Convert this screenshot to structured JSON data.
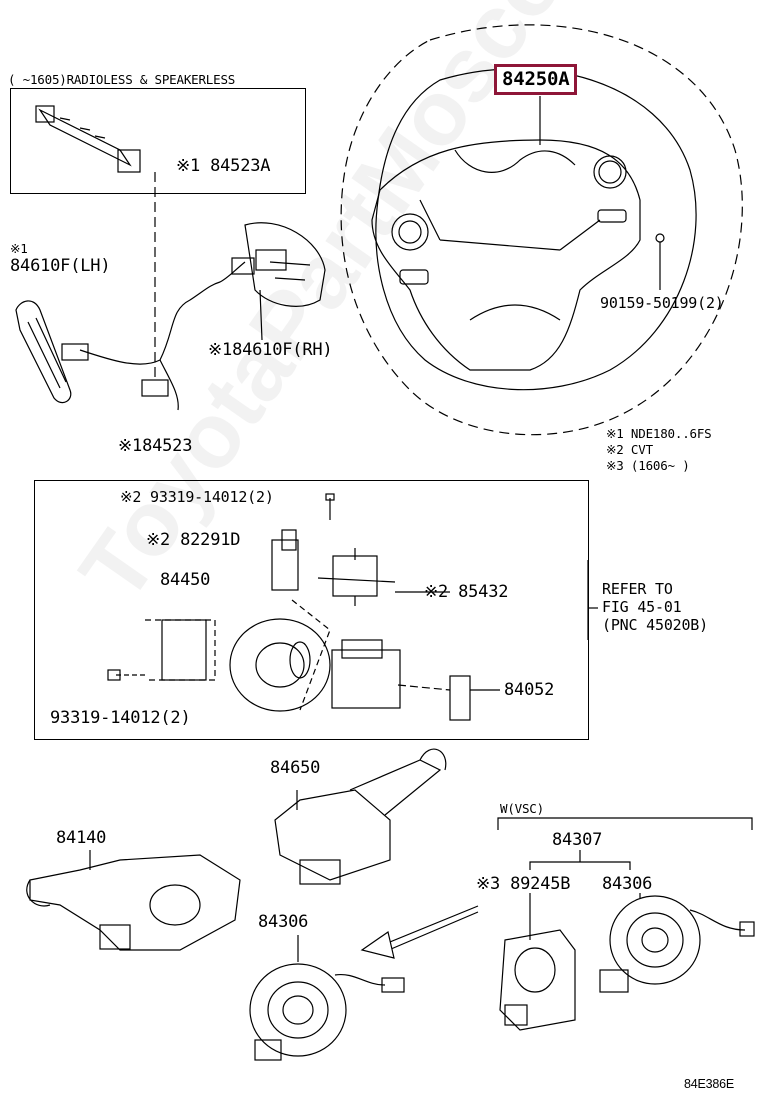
{
  "watermark": "ToyotaPartMoscow.ru",
  "figure_code": "84E386E",
  "boxes": {
    "radioless_caption": "(      ~1605)RADIOLESS & SPEAKERLESS"
  },
  "notes": [
    "※1 NDE180..6FS",
    "※2 CVT",
    "※3 (1606~       )"
  ],
  "refer": [
    "REFER TO",
    "FIG 45-01",
    "(PNC 45020B)"
  ],
  "wvsc": "W(VSC)",
  "parts": {
    "p84250A": "84250A",
    "p84523A": "※1 84523A",
    "p84610F_lh_mark": "※1",
    "p84610F_lh": "84610F(LH)",
    "p84610F_rh": "※184610F(RH)",
    "p84523": "※184523",
    "p90159": "90159-50199(2)",
    "p93319_top": "※2 93319-14012(2)",
    "p82291D": "※2 82291D",
    "p84450": "84450",
    "p85432": "※2 85432",
    "p93319_bot": "93319-14012(2)",
    "p84052": "84052",
    "p84650": "84650",
    "p84140": "84140",
    "p84307": "84307",
    "p89245B": "※3 89245B",
    "p84306a": "84306",
    "p84306b": "84306"
  },
  "colors": {
    "highlight": "#8e1638",
    "line": "#000000"
  }
}
